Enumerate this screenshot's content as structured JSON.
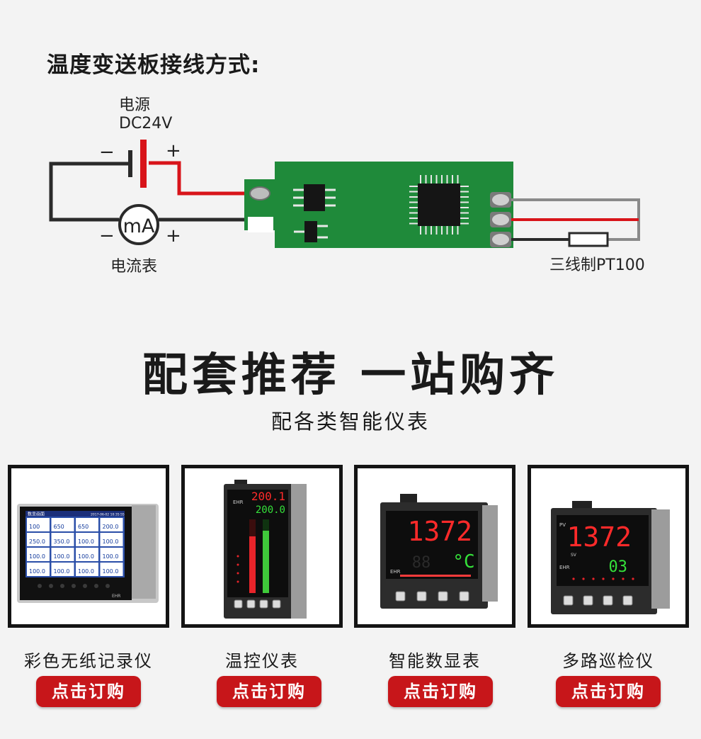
{
  "wiring": {
    "title": "温度变送板接线方式:",
    "power_label": "电源",
    "power_voltage": "DC24V",
    "minus": "−",
    "plus": "+",
    "meter_symbol": "mA",
    "meter_label": "电流表",
    "sensor_label": "三线制PT100"
  },
  "hero": {
    "title": "配套推荐  一站购齐",
    "subtitle": "配各类智能仪表"
  },
  "recorder_screen": {
    "header": "数显画面",
    "date": "2017-06-02 10:35:55",
    "cells": [
      "100",
      "650",
      "650",
      "200.0",
      "250.0",
      "350.0",
      "100.0",
      "100.0",
      "100.0",
      "100.0",
      "100.0",
      "100.0",
      "100.0",
      "100.0",
      "100.0",
      "100.0"
    ]
  },
  "meter_text": {
    "brand": "EHR",
    "controller_pv": "200.1",
    "controller_sv": "200.0",
    "display_pv": "1372",
    "display_unit": "°C",
    "display_sv": "88",
    "scanner_pv": "1372",
    "scanner_sv": "03",
    "pv_tag": "PV",
    "sv_tag": "SV"
  },
  "products": [
    {
      "name": "彩色无纸记录仪",
      "cta": "点击订购"
    },
    {
      "name": "温控仪表",
      "cta": "点击订购"
    },
    {
      "name": "智能数显表",
      "cta": "点击订购"
    },
    {
      "name": "多路巡检仪",
      "cta": "点击订购"
    }
  ],
  "colors": {
    "pcb": "#1f8a3a",
    "wire_red": "#d8141a",
    "wire_dark": "#2a2a2a",
    "wire_gray": "#8a8a8a",
    "button": "#c7161a",
    "led_red": "#ff2a2a",
    "led_green": "#35e03a"
  }
}
